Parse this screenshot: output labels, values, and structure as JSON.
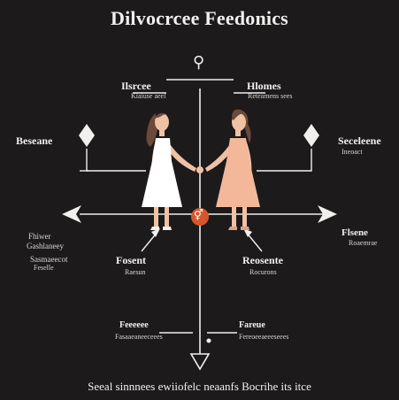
{
  "title": "Dilvocrcee Feedonics",
  "top_symbol": "⚲",
  "center_symbol": "⚥",
  "labels": {
    "upper_left": "Ilsrcee",
    "upper_left_sub": "Kiaiuse aeel",
    "upper_right": "Hlomes",
    "upper_right_sub": "Reteamens sees",
    "far_left": "Beseane",
    "far_right": "Seceleene",
    "far_right_sub": "Ineoact",
    "left_stack_1": "Fhiwer",
    "left_stack_2": "Gashlaneey",
    "left_stack_3": "Sasmaeecot",
    "left_stack_4": "Feselle",
    "right_mid": "Flsene",
    "right_mid_sub": "Roaemrae",
    "center_left": "Fosent",
    "center_left_sub": "Raesun",
    "center_right": "Reosente",
    "center_right_sub": "Rocurons",
    "bottom_left": "Feeeeee",
    "bottom_left_sub": "Fasaaeaneeceees",
    "bottom_right": "Fareue",
    "bottom_right_sub": "Fereoeeaeeeseees"
  },
  "footer": "Seeal sinnnees ewiiofelc neaanfs Bocrihe its itce",
  "colors": {
    "background": "#1c1a1b",
    "lines": "#f2f0ee",
    "accent": "#d4572a",
    "dress_left": "#ffffff",
    "dress_right": "#f3b89a",
    "skin": "#f0c2a4",
    "hair": "#6b4a3a"
  }
}
